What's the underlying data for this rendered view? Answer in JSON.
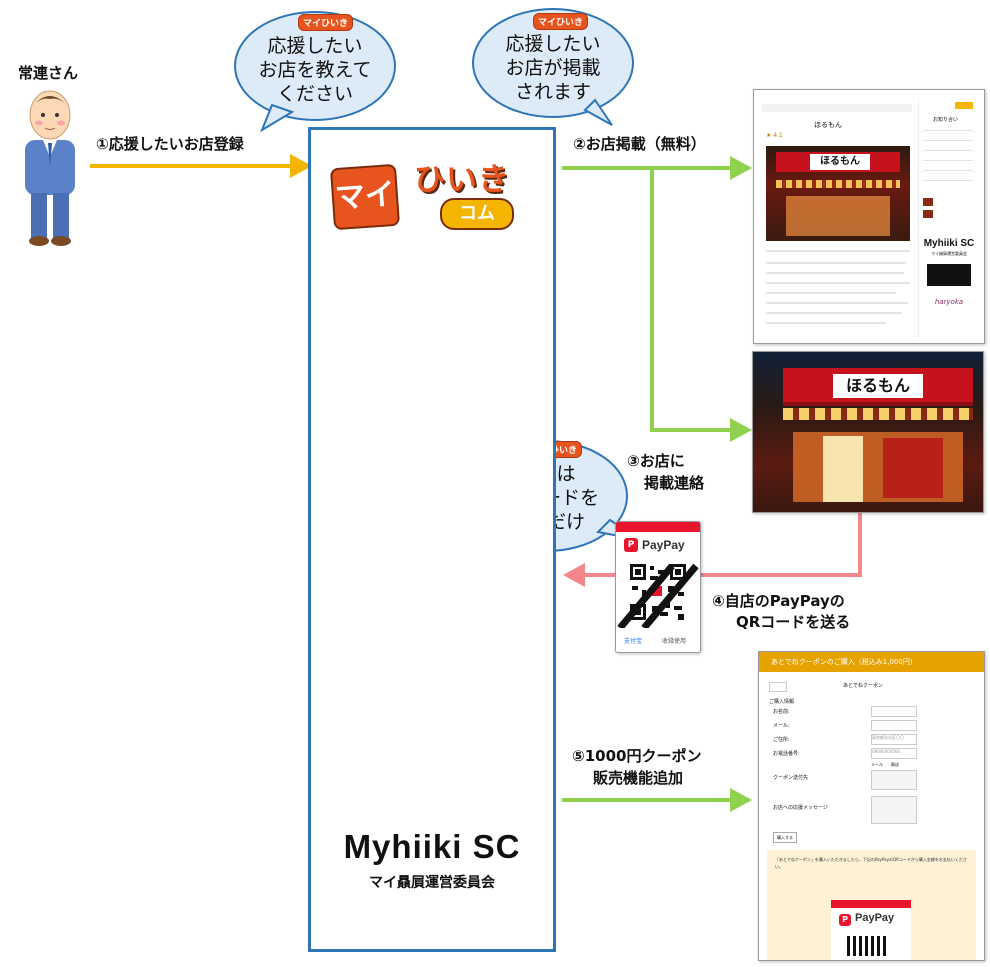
{
  "customer": {
    "label": "常連さん"
  },
  "steps": {
    "step1": "①応援したいお店登録",
    "step2": "②お店掲載（無料）",
    "step3_line1": "③お店に",
    "step3_line2": "掲載連絡",
    "step4_line1": "④自店のPayPayの",
    "step4_line2": "QRコードを送る",
    "step5_line1": "⑤1000円クーポン",
    "step5_line2": "販売機能追加"
  },
  "bubbles": {
    "left": [
      "応援したい",
      "お店を教えて",
      "ください"
    ],
    "right": [
      "応援したい",
      "お店が掲載",
      "されます"
    ],
    "shop": [
      "お店は",
      "QRコードを",
      "送るだけ"
    ]
  },
  "logo": {
    "main_text_1": "マイ",
    "main_text_2": "ひいき",
    "main_text_3": "コム",
    "mini": "マイひいき"
  },
  "org": {
    "name": "Myhiiki SC",
    "sub": "マイ贔屓運営委員会"
  },
  "web_page": {
    "title": "ほるもん",
    "rating": "★ 4.1",
    "side_title": "お知り合い",
    "side_brand": "Myhiiki SC",
    "side_sub": "マイ贔屓運営委員会",
    "side_partner": "haryoka"
  },
  "shop_sign": "ほるもん",
  "paypay": {
    "brand": "PayPay",
    "footer_left": "支付宝",
    "footer_right": "收錢使用"
  },
  "coupon_page": {
    "header": "あとでねクーポンのご購入（税込み1,000円）",
    "sub_header": "あとでねクーポン",
    "section": "ご購入情報",
    "fields": [
      "お名前:",
      "メール:",
      "ご住所:",
      "お電話番号:",
      "クーポン送付先",
      "お店への応援メッセージ"
    ],
    "values": [
      "",
      "",
      "東京都渋谷区〇〇",
      "09000000000",
      "",
      ""
    ],
    "radio": [
      "メール",
      "郵送"
    ],
    "buy_button": "購入する",
    "notice": "「あとでねクーポン」を購入いただきましたら、下記のPayPayのQRコードから購入金額をお支払いください。",
    "paypay_brand": "PayPay"
  },
  "colors": {
    "yellow_arrow": "#f4b400",
    "green_arrow": "#8fd14f",
    "pink_arrow": "#f2878c",
    "box_border": "#2e75b6",
    "bubble_border": "#2e75b6",
    "bubble_fill": "#ddeaf7",
    "paypay_red": "#e8152d"
  }
}
